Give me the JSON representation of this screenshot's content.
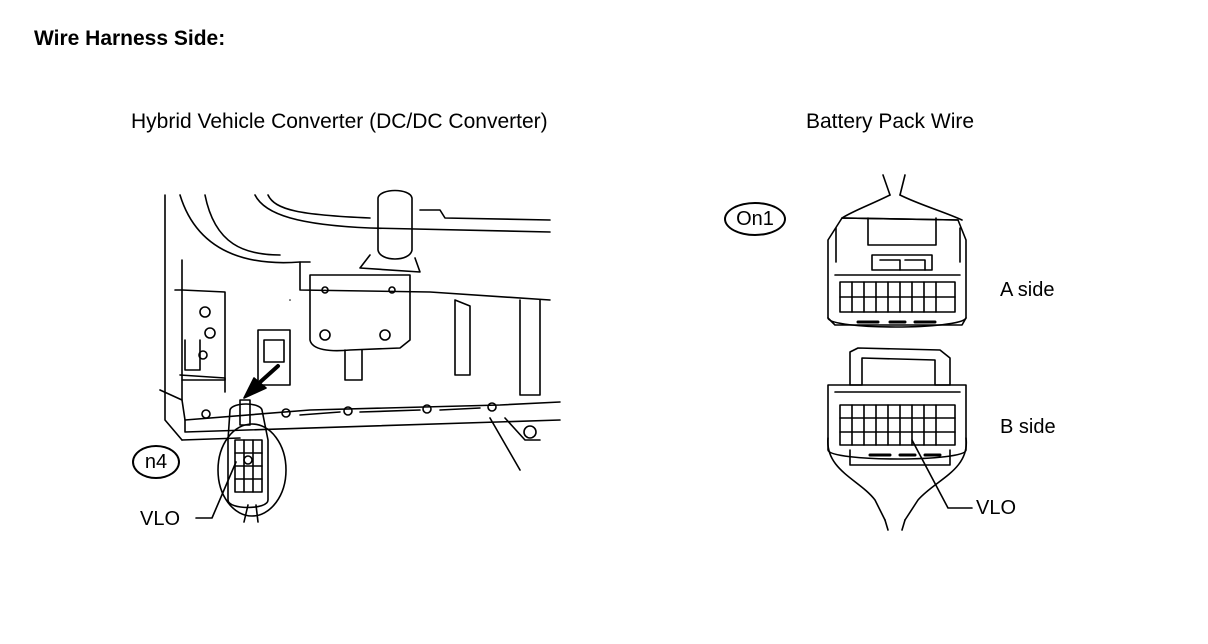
{
  "heading": "Wire Harness Side:",
  "left_panel": {
    "title": "Hybrid Vehicle Converter (DC/DC Converter)",
    "callout": "n4",
    "pin_label": "VLO"
  },
  "right_panel": {
    "title": "Battery Pack Wire",
    "callout": "On1",
    "a_side_label": "A side",
    "b_side_label": "B side",
    "pin_label": "VLO"
  }
}
